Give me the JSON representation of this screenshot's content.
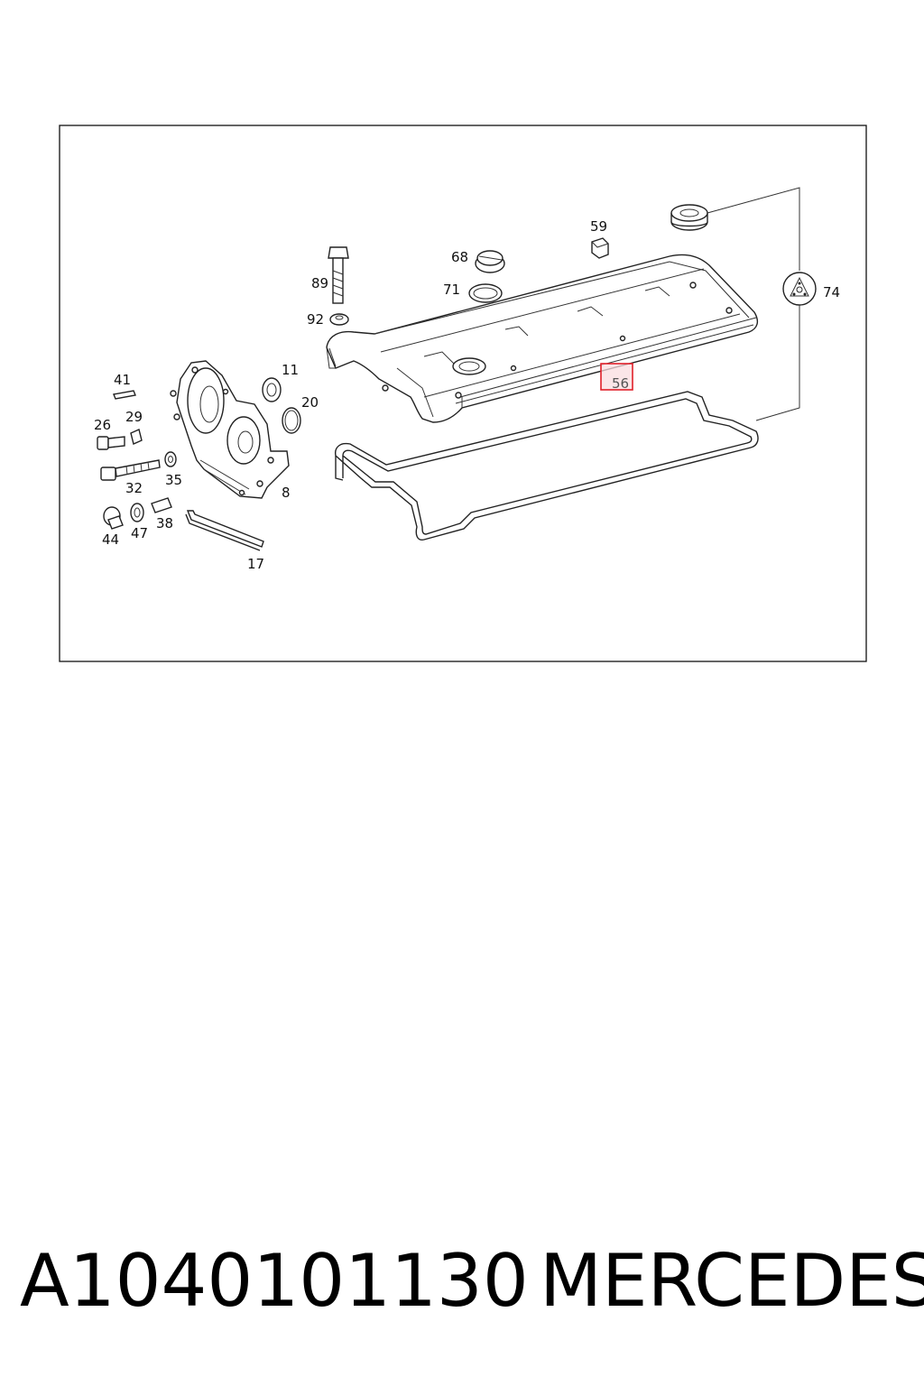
{
  "diagram": {
    "callouts": {
      "c41": "41",
      "c26": "26",
      "c29": "29",
      "c32": "32",
      "c35": "35",
      "c44": "44",
      "c47": "47",
      "c38": "38",
      "c17": "17",
      "c11": "11",
      "c20": "20",
      "c8": "8",
      "c89": "89",
      "c92": "92",
      "c68": "68",
      "c71": "71",
      "c59": "59",
      "c74": "74",
      "c56": "56"
    },
    "highlighted_callout": "56",
    "highlight_color": "#e0202a"
  },
  "footer": {
    "part_number": "A1040101130",
    "brand": "MERCEDES"
  }
}
